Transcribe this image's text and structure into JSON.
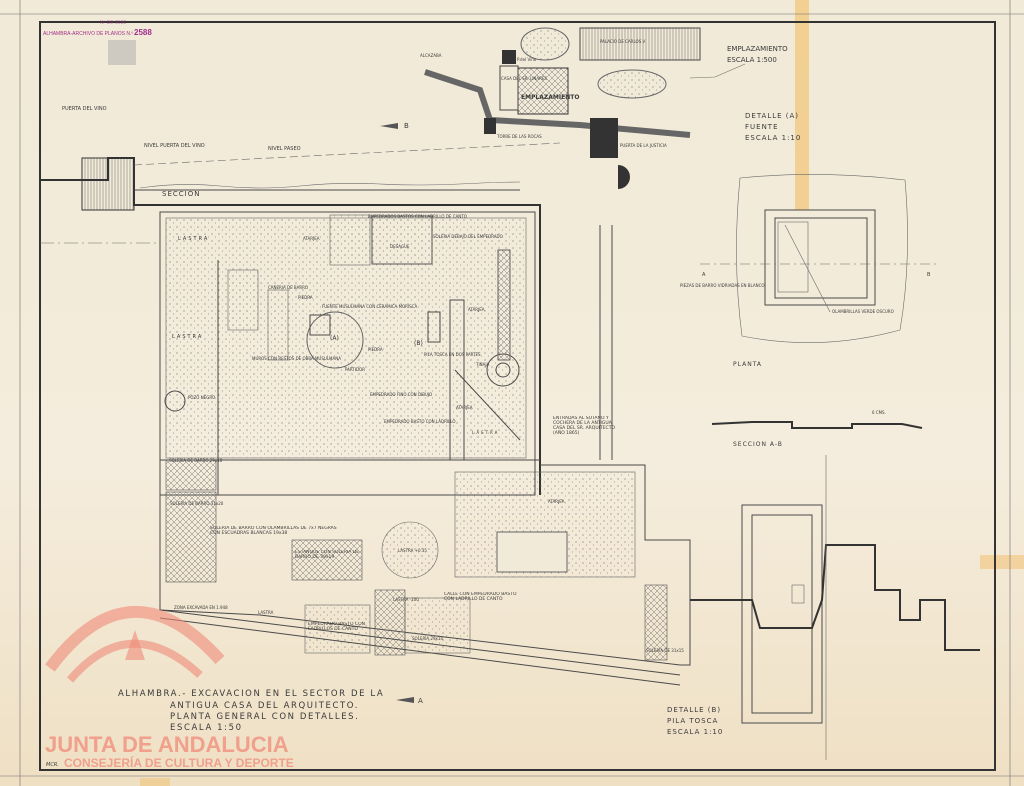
{
  "stamp": {
    "archive": "ALHAMBRA-ARCHIVO DE PLANOS N.º",
    "number": "2588",
    "top_number": "Nº DE 2592"
  },
  "site_plan": {
    "title": "EMPLAZAMIENTO",
    "scale": "ESCALA 1:500",
    "labels": {
      "alcazaba": "ALCAZABA",
      "palacio": "PALACIO DE CARLOS V",
      "puerta_vino": "P.del Vino",
      "casa": "CASA DEL SR. LINARES",
      "emplazamiento": "EMPLAZAMIENTO",
      "torre": "TORRE DE LAS ROCAS",
      "puerta_justicia": "PUERTA DE LA JUSTICIA"
    }
  },
  "section": {
    "title": "SECCION",
    "puerta_vino": "PUERTA DEL VINO",
    "nivel_puerta": "NIVEL PUERTA DEL VINO",
    "nivel_paseo": "NIVEL PASEO",
    "marker_b": "B",
    "marker_a": "A"
  },
  "plan_labels": {
    "lastra": "LASTRA",
    "atarjea": "ATARJEA",
    "empedrados": "EMPEDRADOS BASTOS CON LADRILLO DE CANTO",
    "desague": "DESAGUE",
    "soleria_debajo": "SOLERIA DEBAJO DEL EMPEDRADO",
    "caneria": "CAÑERIA DE BARRO",
    "piedra": "PIEDRA",
    "fuente": "FUENTE MUSULMANA CON CERAMICA MORISCA",
    "detail_a": "(A)",
    "detail_b": "(B)",
    "pila": "PILA TOSCA EN DOS PARTES",
    "muros": "MUROS CON RESTOS DE OBRA MUSULMANA",
    "partidor": "PARTIDOR",
    "tinaja": "TINAJA",
    "pozo": "POZO NEGRO",
    "empedrado_fino": "EMPEDRADO FINO CON DIBUJO",
    "empedrado_basto": "EMPEDRADO BASTO CON LADRILLO",
    "entradas": "ENTRADAS AL SOTANO Y COCHERA DE LA ANTIGUA CASA DEL SR. ARQUITECTO (AÑO 1865)",
    "soleria_1": "SOLERIA DE BARRO 29x10",
    "soleria_2": "SOLERIA DE BARRO 31x20",
    "soleria_3": "SOLERIA DE BARRO CON OLAMBRILLAS DE 7x7 NEGRAS CON ESCUADRAS BLANCAS 19x38",
    "estanque": "ESTANQUE CON SOLERIA DE BARRO DE 39x19",
    "lastra_2": "LASTRA +0.35",
    "zona": "ZONA EXCAVADA EN 1.948",
    "empedrado_basto_2": "EMPEDRADO BASTO CON LADRILLOS DE CANTO",
    "lastra_3": "LASTRA -100",
    "calle": "CALLE CON EMPEDRADO BASTO CON LADRILLO DE CANTO",
    "soleria_4": "SOLERIA 29x14",
    "soleria_5": "SOLERIA DE 31x15"
  },
  "detail_a": {
    "title": "DETALLE (A)",
    "subtitle": "FUENTE",
    "scale": "ESCALA 1:10",
    "piezas": "PIEZAS DE BARRO VIDRIADAS EN BLANCO",
    "olambrillas": "OLAMBRILLAS VERDE OSCURO",
    "planta": "PLANTA",
    "seccion": "SECCION A-B",
    "cms": "6 CMS.",
    "marker_a": "A",
    "marker_b": "B"
  },
  "detail_b": {
    "title": "DETALLE (B)",
    "subtitle": "PILA TOSCA",
    "scale": "ESCALA 1:10"
  },
  "title_block": {
    "line1": "ALHAMBRA.- EXCAVACION EN EL SECTOR DE LA",
    "line2": "ANTIGUA CASA DEL ARQUITECTO.",
    "line3": "PLANTA GENERAL CON DETALLES.",
    "line4": "ESCALA 1:50",
    "signature": "MCR."
  },
  "watermark": {
    "line1": "JUNTA DE ANDALUCIA",
    "line2": "CONSEJERÍA DE CULTURA Y DEPORTE"
  },
  "colors": {
    "paper": "#f2ead8",
    "ink": "#3a3a3a",
    "tape": "#f1b95a",
    "watermark": "#f08a78",
    "stamp": "#a0308a"
  }
}
